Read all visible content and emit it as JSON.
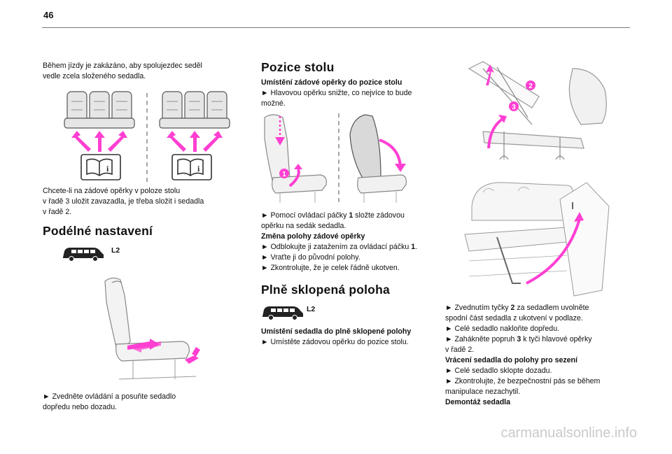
{
  "page": {
    "number": "46"
  },
  "col1": {
    "intro": "Během jízdy je zakázáno, aby spolujezdec seděl vedle zcela složeného sedadla.",
    "intro_lines": [
      "Během jízdy je zakázáno, aby spolujezdec seděl",
      "vedle zcela složeného sedadla."
    ],
    "armrest_lines": [
      "Chcete-li na zádové opěrky v poloze stolu",
      "v řadě 3 uložit zavazadla, je třeba složit i sedadla",
      "v řadě 2."
    ],
    "section_title": "Podélné nastavení",
    "vehicle_label": "L2",
    "adjust_lines": [
      "Zvedněte ovládání a posuňte sedadlo",
      "dopředu nebo dozadu."
    ]
  },
  "col2": {
    "section_title": "Pozice stolu",
    "subhead1": "Umístění zádové opěrky do pozice stolu",
    "step1_lines": [
      "Hlavovou opěrku snižte, co nejvíce to bude",
      "možné."
    ],
    "step2_prefix": "Pomocí ovládací páčky ",
    "step2_num": "1",
    "step2_suffix": " složte zádovou",
    "step2_cont": "opěrku na sedák sedadla.",
    "subhead2": "Změna polohy zádové opěrky",
    "step3_prefix": "Odblokujte ji zatažením za ovládací páčku ",
    "step3_num": "1",
    "step3_suffix": ".",
    "step4": "Vraťte ji do původní polohy.",
    "step5": "Zkontrolujte, že je celek řádně ukotven.",
    "section_title2": "Plně sklopená poloha",
    "vehicle_label": "L2",
    "subhead3": "Umístění sedadla do plně sklopené polohy",
    "step6": "Umístěte zádovou opěrku do pozice stolu.",
    "callout1": "1"
  },
  "col3": {
    "callout2": "2",
    "callout3": "3",
    "step1_prefix": "Zvednutím tyčky ",
    "step1_num": "2",
    "step1_suffix": " za sedadlem uvolněte",
    "step1_cont": "spodní část sedadla z ukotvení v podlaze.",
    "step2": "Celé sedadlo nakloňte dopředu.",
    "step3_prefix": "Zahákněte popruh ",
    "step3_num": "3",
    "step3_suffix": " k tyči hlavové opěrky",
    "step3_cont": "v řadě 2.",
    "subhead1": "Vrácení sedadla do polohy pro sezení",
    "step4": "Celé sedadlo sklopte dozadu.",
    "step5_lines": [
      "Zkontrolujte, že bezpečnostní pás se během",
      "manipulace nezachytil."
    ],
    "subhead2": "Demontáž sedadla"
  },
  "footer": {
    "watermark": "carmanualsonline.info"
  },
  "colors": {
    "accent": "#ff3fd2",
    "rule": "#777777",
    "seat_fill": "#e6e6e6",
    "seat_stroke": "#555555"
  }
}
